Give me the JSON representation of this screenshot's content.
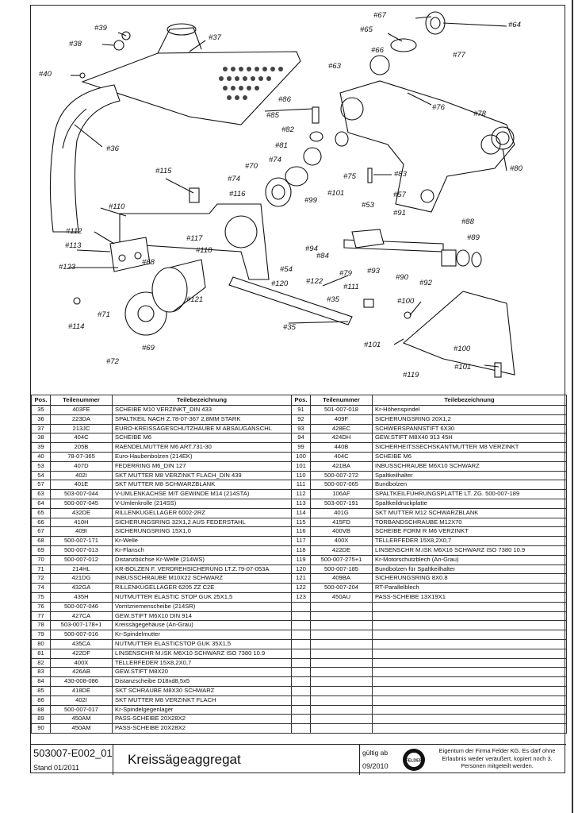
{
  "callouts": [
    "#67",
    "#64",
    "#65",
    "#39",
    "#37",
    "#66",
    "#77",
    "#38",
    "#63",
    "#40",
    "#76",
    "#86",
    "#85",
    "#78",
    "#82",
    "#81",
    "#36",
    "#74",
    "#80",
    "#70",
    "#75",
    "#83",
    "#115",
    "#74",
    "#101",
    "#57",
    "#116",
    "#99",
    "#53",
    "#110",
    "#91",
    "#88",
    "#112",
    "#117",
    "#89",
    "#94",
    "#113",
    "#118",
    "#84",
    "#68",
    "#54",
    "#79",
    "#93",
    "#90",
    "#92",
    "#123",
    "#120",
    "#122",
    "#111",
    "#71",
    "#121",
    "#35",
    "#100",
    "#114",
    "#35",
    "#101",
    "#69",
    "#100",
    "#72",
    "#101",
    "#119"
  ],
  "table": {
    "headers": {
      "pos": "Pos.",
      "number": "Teilenummer",
      "description": "Teilebezeichnung"
    },
    "left_rows": [
      [
        "35",
        "403FE",
        "SCHEIBE M10 VERZINKT_DIN 433"
      ],
      [
        "36",
        "223DA",
        "SPALTKEIL NACH Z.78-07-367 2,8MM STARK"
      ],
      [
        "37",
        "213JC",
        "EURO-KREISSÄGESCHUTZHAUBE M ABSAUGANSCHL"
      ],
      [
        "38",
        "404C",
        "SCHEIBE M6"
      ],
      [
        "39",
        "205B",
        "RAENDELMUTTER M6 ART.731-30"
      ],
      [
        "40",
        "78-07-365",
        "Euro-Haubenbolzen (214EK)"
      ],
      [
        "53",
        "407D",
        "FEDERRING M6_DIN 127"
      ],
      [
        "54",
        "402I",
        "SKT MUTTER M8 VERZINKT FLACH_DIN 439"
      ],
      [
        "57",
        "401E",
        "SKT MUTTER M8 SCHWARZBLANK"
      ],
      [
        "63",
        "503-007-044",
        "V-UMLENKACHSE MIT GEWINDE M14 (214STA)"
      ],
      [
        "64",
        "500-007-045",
        "V-Umlenkrolle (214SS)"
      ],
      [
        "65",
        "432DE",
        "RILLENKUGELLAGER 6002-2RZ"
      ],
      [
        "66",
        "410H",
        "SICHERUNGSRING 32X1,2 AUS FEDERSTAHL"
      ],
      [
        "67",
        "409I",
        "SICHERUNGSRING 15X1,0"
      ],
      [
        "68",
        "500-007-171",
        "Kr-Welle"
      ],
      [
        "69",
        "500-007-013",
        "Kr-Flansch"
      ],
      [
        "70",
        "500-007-012",
        "Distanzbüchse Kr-Welle (214WS)"
      ],
      [
        "71",
        "214HL",
        "KR-BOLZEN F. VERDREHSICHERUNG LT.Z.79-07-053A"
      ],
      [
        "72",
        "421DG",
        "INBUSSCHRAUBE M10X22 SCHWARZ"
      ],
      [
        "74",
        "432GA",
        "RILLENKUGELLAGER 6205 ZZ C2E"
      ],
      [
        "75",
        "435H",
        "NUTMUTTER ELASTIC STOP GUK 25X1,5"
      ],
      [
        "76",
        "500-007-046",
        "Vorritzriemenscheibe (214SR)"
      ],
      [
        "77",
        "427CA",
        "GEW.STIFT M6X10 DIN 914"
      ],
      [
        "78",
        "503-007-178+1",
        "Kreissägegehäuse (An-Grau)"
      ],
      [
        "79",
        "500-007-016",
        "Kr-Spindelmutter"
      ],
      [
        "80",
        "435CA",
        "NUTMUTTER ELASTICSTOP GUK 35X1,5"
      ],
      [
        "81",
        "422DF",
        "LINSENSCHR M.ISK M6X10 SCHWARZ ISO 7380 10.9"
      ],
      [
        "82",
        "400X",
        "TELLERFEDER 15X8,2X0,7"
      ],
      [
        "83",
        "426AB",
        "GEW.STIFT M8X20"
      ],
      [
        "84",
        "430-008-086",
        "Distanzscheibe D18xd8,5x5"
      ],
      [
        "85",
        "418DE",
        "SKT SCHRAUBE M8X30 SCHWARZ"
      ],
      [
        "86",
        "402I",
        "SKT MUTTER M8 VERZINKT FLACH"
      ],
      [
        "88",
        "500-007-017",
        "Kr-Spindelgegenlager"
      ],
      [
        "89",
        "450AM",
        "PASS-SCHEIBE 20X28X2"
      ],
      [
        "90",
        "450AM",
        "PASS-SCHEIBE 20X28X2"
      ]
    ],
    "right_rows": [
      [
        "91",
        "501-007-018",
        "Kr-Höhenspindel"
      ],
      [
        "92",
        "409F",
        "SICHERUNGSRING 20X1,2"
      ],
      [
        "93",
        "428EC",
        "SCHWERSPANNSTIFT 6X30"
      ],
      [
        "94",
        "424DH",
        "GEW.STIFT M8X40 913 45H"
      ],
      [
        "99",
        "440B",
        "SICHERHEITSSECHSKANTMUTTER M8 VERZINKT"
      ],
      [
        "100",
        "404C",
        "SCHEIBE M6"
      ],
      [
        "101",
        "421BA",
        "INBUSSCHRAUBE M6X10 SCHWARZ"
      ],
      [
        "110",
        "500-007-272",
        "Spaltkeilhalter"
      ],
      [
        "111",
        "500-007-065",
        "Bundbolzen"
      ],
      [
        "112",
        "106AF",
        "SPALTKEILFÜHRUNGSPLATTE LT. ZG. 500-007-189"
      ],
      [
        "113",
        "503-007-191",
        "Spaltkeildruckplatte"
      ],
      [
        "114",
        "401G",
        "SKT MUTTER M12 SCHWARZBLANK"
      ],
      [
        "115",
        "415FD",
        "TORBANDSCHRAUBE M12X70"
      ],
      [
        "116",
        "400VB",
        "SCHEIBE FORM R M6 VERZINKT"
      ],
      [
        "117",
        "400X",
        "TELLERFEDER 15X8,2X0,7"
      ],
      [
        "118",
        "422DE",
        "LINSENSCHR M.ISK M6X16 SCHWARZ ISO 7380 10.9"
      ],
      [
        "119",
        "500-007-275+1",
        "Kr-Motorschutzblech (An-Grau)"
      ],
      [
        "120",
        "500-007-185",
        "Bundbolzen für Spaltkeilhalter"
      ],
      [
        "121",
        "409BA",
        "SICHERUNGSRING 8X0.8"
      ],
      [
        "122",
        "500-007-204",
        "RT-Parallelblech"
      ],
      [
        "123",
        "450AU",
        "PASS-SCHEIBE 13X19X1"
      ]
    ]
  },
  "footer": {
    "doc_number": "503007-E002_01",
    "date": "Stand 01/2011",
    "title": "Kreissägeaggregat",
    "valid_label": "gültig ab",
    "valid_date": "09/2010",
    "logo_text": "FELDER",
    "notice": "Eigentum der Firma Felder KG. Es darf ohne Erlaubnis weder veräußert, kopiert noch 3. Personen mitgeteilt werden."
  }
}
